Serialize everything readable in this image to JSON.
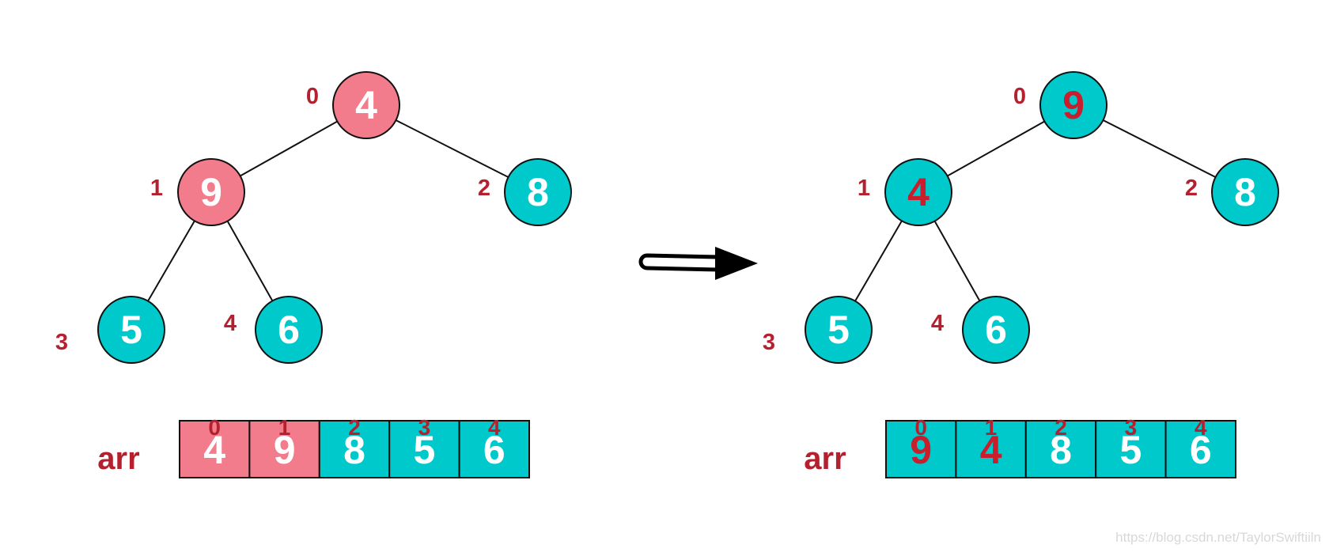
{
  "colors": {
    "highlight": "#F37C8C",
    "normal": "#00C9CC",
    "index_text": "#B5202E",
    "node_text": "#FFFFFF",
    "swapped_text": "#C81E2E",
    "outline": "#111111"
  },
  "panels": [
    {
      "id": "before",
      "nodes": [
        {
          "index": "0",
          "value": "4",
          "fill": "highlight",
          "text": "white"
        },
        {
          "index": "1",
          "value": "9",
          "fill": "highlight",
          "text": "white"
        },
        {
          "index": "2",
          "value": "8",
          "fill": "normal",
          "text": "white"
        },
        {
          "index": "3",
          "value": "5",
          "fill": "normal",
          "text": "white"
        },
        {
          "index": "4",
          "value": "6",
          "fill": "normal",
          "text": "white"
        }
      ],
      "array_label": "arr",
      "array": [
        {
          "index": "0",
          "value": "4",
          "fill": "highlight",
          "text": "white"
        },
        {
          "index": "1",
          "value": "9",
          "fill": "highlight",
          "text": "white"
        },
        {
          "index": "2",
          "value": "8",
          "fill": "normal",
          "text": "white"
        },
        {
          "index": "3",
          "value": "5",
          "fill": "normal",
          "text": "white"
        },
        {
          "index": "4",
          "value": "6",
          "fill": "normal",
          "text": "white"
        }
      ]
    },
    {
      "id": "after",
      "nodes": [
        {
          "index": "0",
          "value": "9",
          "fill": "normal",
          "text": "red"
        },
        {
          "index": "1",
          "value": "4",
          "fill": "normal",
          "text": "red"
        },
        {
          "index": "2",
          "value": "8",
          "fill": "normal",
          "text": "white"
        },
        {
          "index": "3",
          "value": "5",
          "fill": "normal",
          "text": "white"
        },
        {
          "index": "4",
          "value": "6",
          "fill": "normal",
          "text": "white"
        }
      ],
      "array_label": "arr",
      "array": [
        {
          "index": "0",
          "value": "9",
          "fill": "normal",
          "text": "red"
        },
        {
          "index": "1",
          "value": "4",
          "fill": "normal",
          "text": "red"
        },
        {
          "index": "2",
          "value": "8",
          "fill": "normal",
          "text": "white"
        },
        {
          "index": "3",
          "value": "5",
          "fill": "normal",
          "text": "white"
        },
        {
          "index": "4",
          "value": "6",
          "fill": "normal",
          "text": "white"
        }
      ]
    }
  ],
  "edges": [
    [
      "0",
      "1"
    ],
    [
      "0",
      "2"
    ],
    [
      "1",
      "3"
    ],
    [
      "1",
      "4"
    ]
  ],
  "watermark": "https://blog.csdn.net/TaylorSwiftiiln"
}
